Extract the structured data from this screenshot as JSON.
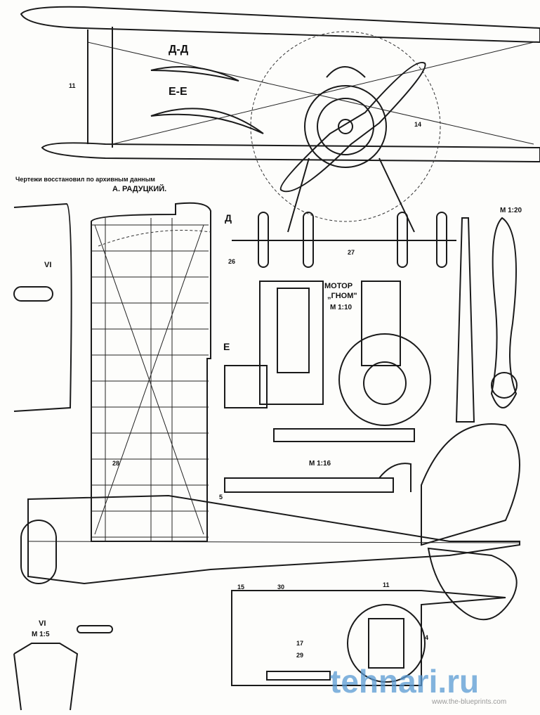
{
  "caption": {
    "line1": "Чертежи восстановил по архивным данным",
    "line2": "А. РАДУЦКИЙ."
  },
  "labels": {
    "section_dd": "Д-Д",
    "section_ee": "Е-Е",
    "n11_top": "11",
    "n14": "14",
    "n27": "27",
    "scale_prop": "М 1:20",
    "d": "Д",
    "n26": "26",
    "vi_top": "VI",
    "e": "Е",
    "motor_1": "МОТОР",
    "motor_2": "„ГНОМ\"",
    "motor_scale": "М 1:10",
    "gun_scale": "М 1:16",
    "n28": "28",
    "n5": "5",
    "n15": "15",
    "n30": "30",
    "n11_bottom": "11",
    "n4": "4",
    "n17": "17",
    "n29": "29",
    "vi_bottom": "VI",
    "vi_scale": "М 1:5"
  },
  "watermark": "tehnari.ru",
  "site": "www.the-blueprints.com"
}
